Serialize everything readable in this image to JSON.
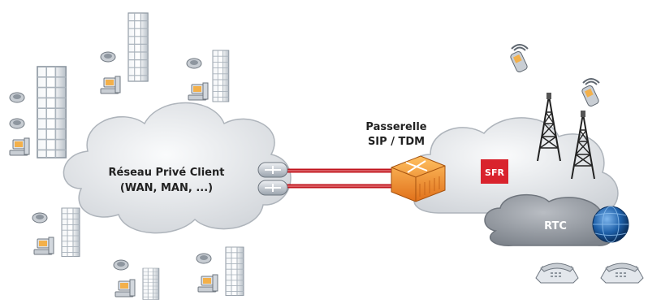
{
  "private_network": {
    "label_line1": "Réseau Privé Client",
    "label_line2": "(WAN, MAN, ...)"
  },
  "gateway": {
    "label_line1": "Passerelle",
    "label_line2": "SIP / TDM"
  },
  "operator": {
    "logo_text": "SFR",
    "logo_color": "#d9232d"
  },
  "rtc": {
    "label": "RTC"
  },
  "colors": {
    "link": "#c0141c",
    "gateway": "#f28c1e",
    "cloud_light": "#e9ebee",
    "cloud_dark": "#9ea3aa",
    "globe": "#1d5fa8"
  },
  "icons": [
    "building-icon",
    "computer-icon",
    "phone-icon",
    "router-icon",
    "gateway-icon",
    "antenna-icon",
    "mobile-phone-icon",
    "desk-phone-icon",
    "globe-icon"
  ]
}
